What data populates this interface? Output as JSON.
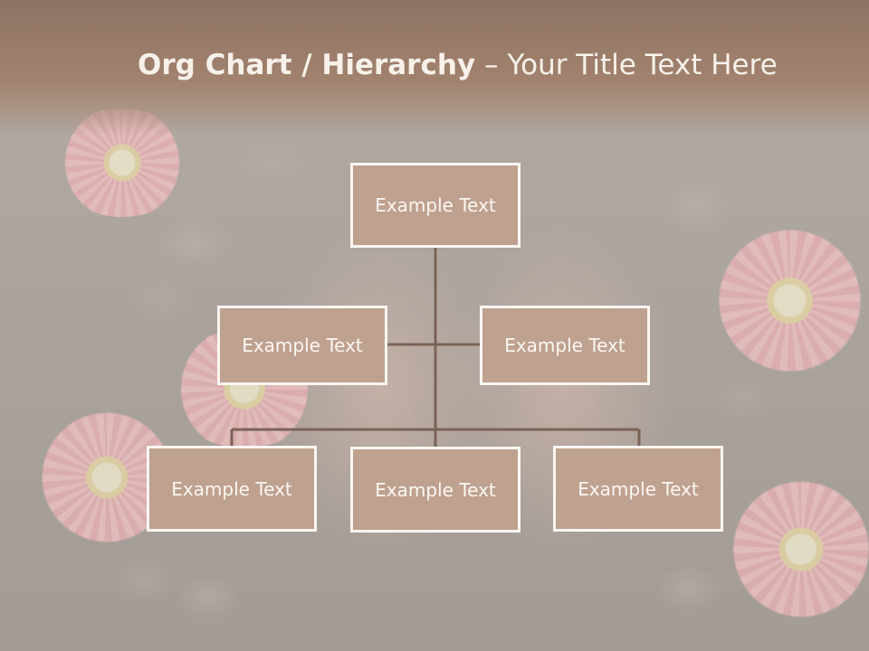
{
  "title": {
    "bold_part": "Org Chart / Hierarchy",
    "separator": " – ",
    "regular_part": "Your Title Text Here"
  },
  "org_chart": {
    "root": "Example Text",
    "level2": [
      "Example Text",
      "Example Text"
    ],
    "level3": [
      "Example Text",
      "Example Text",
      "Example Text"
    ]
  },
  "colors": {
    "header": "#9e806c",
    "box_fill": "#bfa190",
    "box_border": "#faf6f2",
    "connector": "#7a6356",
    "text": "#fbf7f2"
  }
}
